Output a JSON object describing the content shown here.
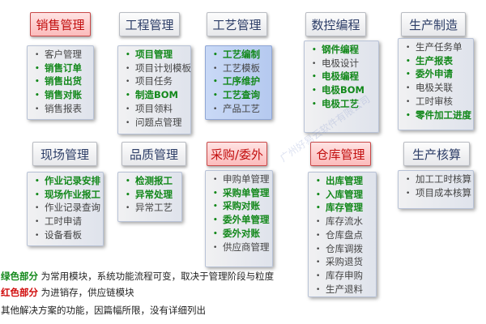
{
  "modules": [
    {
      "title": "销售管理",
      "title_color": "red",
      "list_style": "gray",
      "items": [
        {
          "text": "客户管理",
          "green": false
        },
        {
          "text": "销售订单",
          "green": true
        },
        {
          "text": "销售出货",
          "green": true
        },
        {
          "text": "销售对账",
          "green": true
        },
        {
          "text": "销售报表",
          "green": false
        }
      ]
    },
    {
      "title": "工程管理",
      "title_color": "normal",
      "list_style": "gray",
      "items": [
        {
          "text": "项目管理",
          "green": true
        },
        {
          "text": "项目计划模板",
          "green": false
        },
        {
          "text": "项目任务",
          "green": false
        },
        {
          "text": "制造BOM",
          "green": true
        },
        {
          "text": "项目领料",
          "green": false
        },
        {
          "text": "问题点管理",
          "green": false
        }
      ]
    },
    {
      "title": "工艺管理",
      "title_color": "normal",
      "list_style": "blue",
      "items": [
        {
          "text": "工艺编制",
          "green": true
        },
        {
          "text": "工艺模板",
          "green": false
        },
        {
          "text": "工序维护",
          "green": true
        },
        {
          "text": "工艺查询",
          "green": true
        },
        {
          "text": "产品工艺",
          "green": false
        }
      ]
    },
    {
      "title": "数控编程",
      "title_color": "normal",
      "list_style": "gray",
      "items": [
        {
          "text": "钢件编程",
          "green": true
        },
        {
          "text": "电极设计",
          "green": false
        },
        {
          "text": "电极编程",
          "green": true
        },
        {
          "text": "电极BOM",
          "green": true
        },
        {
          "text": "电极工艺",
          "green": true
        }
      ]
    },
    {
      "title": "生产制造",
      "title_color": "normal",
      "list_style": "gray",
      "items": [
        {
          "text": "生产任务单",
          "green": false
        },
        {
          "text": "生产报表",
          "green": true
        },
        {
          "text": "委外申请",
          "green": true
        },
        {
          "text": "电极关联",
          "green": false
        },
        {
          "text": "工时审核",
          "green": false
        },
        {
          "text": "零件加工进度",
          "green": true
        }
      ]
    },
    {
      "title": "现场管理",
      "title_color": "normal",
      "list_style": "gray",
      "items": [
        {
          "text": "作业记录安排",
          "green": true
        },
        {
          "text": "现场作业报工",
          "green": true
        },
        {
          "text": "作业记录查询",
          "green": false
        },
        {
          "text": "工时申请",
          "green": false
        },
        {
          "text": "设备看板",
          "green": false
        }
      ]
    },
    {
      "title": "品质管理",
      "title_color": "normal",
      "list_style": "gray",
      "items": [
        {
          "text": "检测报工",
          "green": true
        },
        {
          "text": "异常处理",
          "green": true
        },
        {
          "text": "异常工艺",
          "green": false
        }
      ]
    },
    {
      "title": "采购/委外",
      "title_color": "red",
      "list_style": "gray",
      "items": [
        {
          "text": "申购单管理",
          "green": false
        },
        {
          "text": "采购单管理",
          "green": true
        },
        {
          "text": "采购对账",
          "green": true
        },
        {
          "text": "委外单管理",
          "green": true
        },
        {
          "text": "委外对账",
          "green": true
        },
        {
          "text": "供应商管理",
          "green": false
        }
      ]
    },
    {
      "title": "仓库管理",
      "title_color": "red",
      "list_style": "gray",
      "items": [
        {
          "text": "出库管理",
          "green": true
        },
        {
          "text": "入库管理",
          "green": true
        },
        {
          "text": "库存管理",
          "green": true
        },
        {
          "text": "库存流水",
          "green": false
        },
        {
          "text": "仓库盘点",
          "green": false
        },
        {
          "text": "仓库调拨",
          "green": false
        },
        {
          "text": "采购退货",
          "green": false
        },
        {
          "text": "库存申购",
          "green": false
        },
        {
          "text": "生产退料",
          "green": false
        }
      ]
    },
    {
      "title": "生产核算",
      "title_color": "normal",
      "list_style": "gray",
      "items": [
        {
          "text": "加工工时核算",
          "green": false
        },
        {
          "text": "项目成本核算",
          "green": false
        }
      ]
    }
  ],
  "notes": {
    "line1_highlight": "绿色部分",
    "line1_text": "为常用模块，系统功能流程可变，取决于管理阶段与粒度",
    "line2_highlight": "红色部分",
    "line2_text": "为进销存，供应链模块",
    "line3_text": "其他解决方案的功能，因篇幅所限，没有详细列出"
  },
  "watermark": "广州好易云软件有限公司",
  "colors": {
    "green": "#12881a",
    "red": "#c20f0f",
    "navy": "#2c3d67"
  }
}
